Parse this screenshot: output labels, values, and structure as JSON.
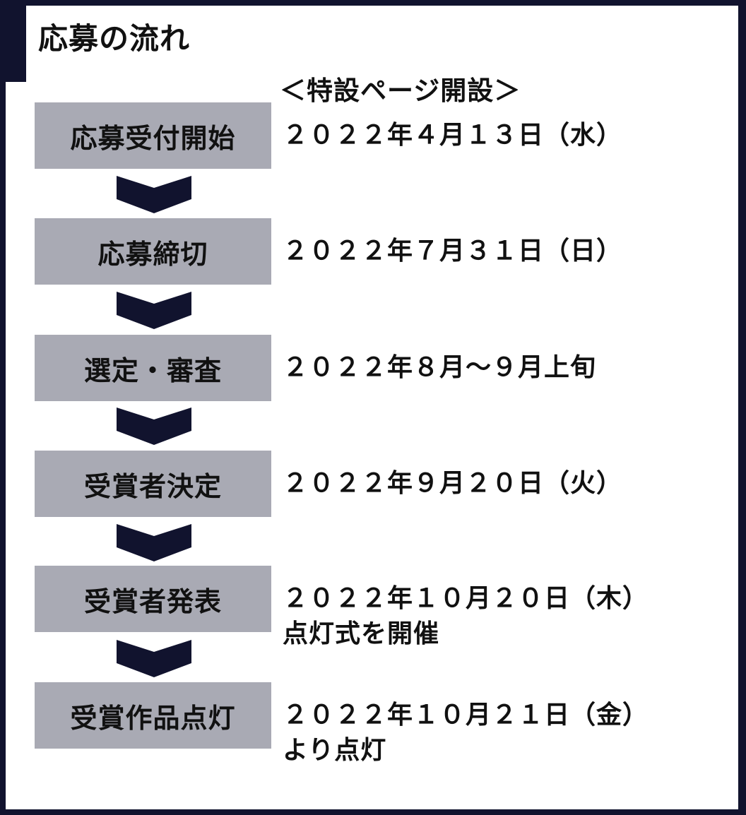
{
  "title": "応募の流れ",
  "special_page_note": "＜特設ページ開設＞",
  "steps": [
    {
      "label": "応募受付開始",
      "date": "２０２２年４月１３日（水）",
      "note": ""
    },
    {
      "label": "応募締切",
      "date": "２０２２年７月３１日（日）",
      "note": ""
    },
    {
      "label": "選定・審査",
      "date": "２０２２年８月～９月上旬",
      "note": ""
    },
    {
      "label": "受賞者決定",
      "date": "２０２２年９月２０日（火）",
      "note": ""
    },
    {
      "label": "受賞者発表",
      "date": "２０２２年１０月２０日（木）",
      "note": "点灯式を開催"
    },
    {
      "label": "受賞作品点灯",
      "date": "２０２２年１０月２１日（金）",
      "note": "より点灯"
    }
  ],
  "colors": {
    "frame": "#11132e",
    "stage_box": "#a9aab4",
    "arrow": "#11132e",
    "text": "#111111"
  },
  "icons": {
    "arrow": "chevron-down-icon"
  }
}
